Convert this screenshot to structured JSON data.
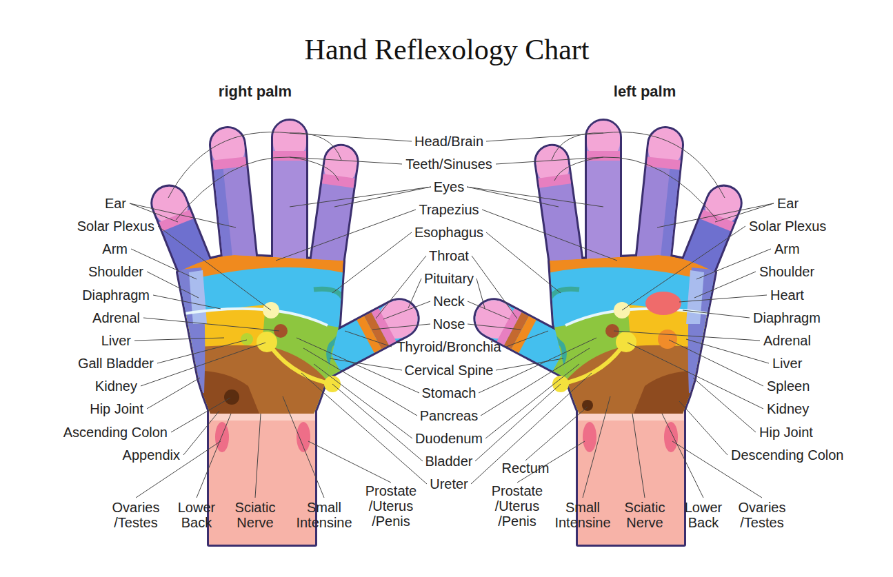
{
  "diagram": {
    "title": "Hand Reflexology Chart",
    "labels": [
      "right palm",
      "left palm",
      "Ear",
      "Solar Plexus",
      "Arm",
      "Shoulder",
      "Diaphragm",
      "Adrenal",
      "Liver",
      "Gall Bladder",
      "Kidney",
      "Hip Joint",
      "Ascending Colon",
      "Appendix",
      "Head/Brain",
      "Teeth/Sinuses",
      "Eyes",
      "Trapezius",
      "Esophagus",
      "Throat",
      "Pituitary",
      "Neck",
      "Nose",
      "Thyroid/Bronchia",
      "Cervical Spine",
      "Stomach",
      "Pancreas",
      "Duodenum",
      "Bladder",
      "Ureter",
      "Ear",
      "Solar Plexus",
      "Arm",
      "Shoulder",
      "Heart",
      "Diaphragm",
      "Adrenal",
      "Liver",
      "Spleen",
      "Kidney",
      "Hip Joint",
      "Descending Colon",
      "Ovaries /Testes",
      "Lower Back",
      "Sciatic Nerve",
      "Small Intensine",
      "Prostate /Uterus /Penis",
      "Rectum",
      "Prostate /Uterus /Penis",
      "Small Intensine",
      "Sciatic Nerve",
      "Lower Back",
      "Ovaries /Testes"
    ]
  }
}
